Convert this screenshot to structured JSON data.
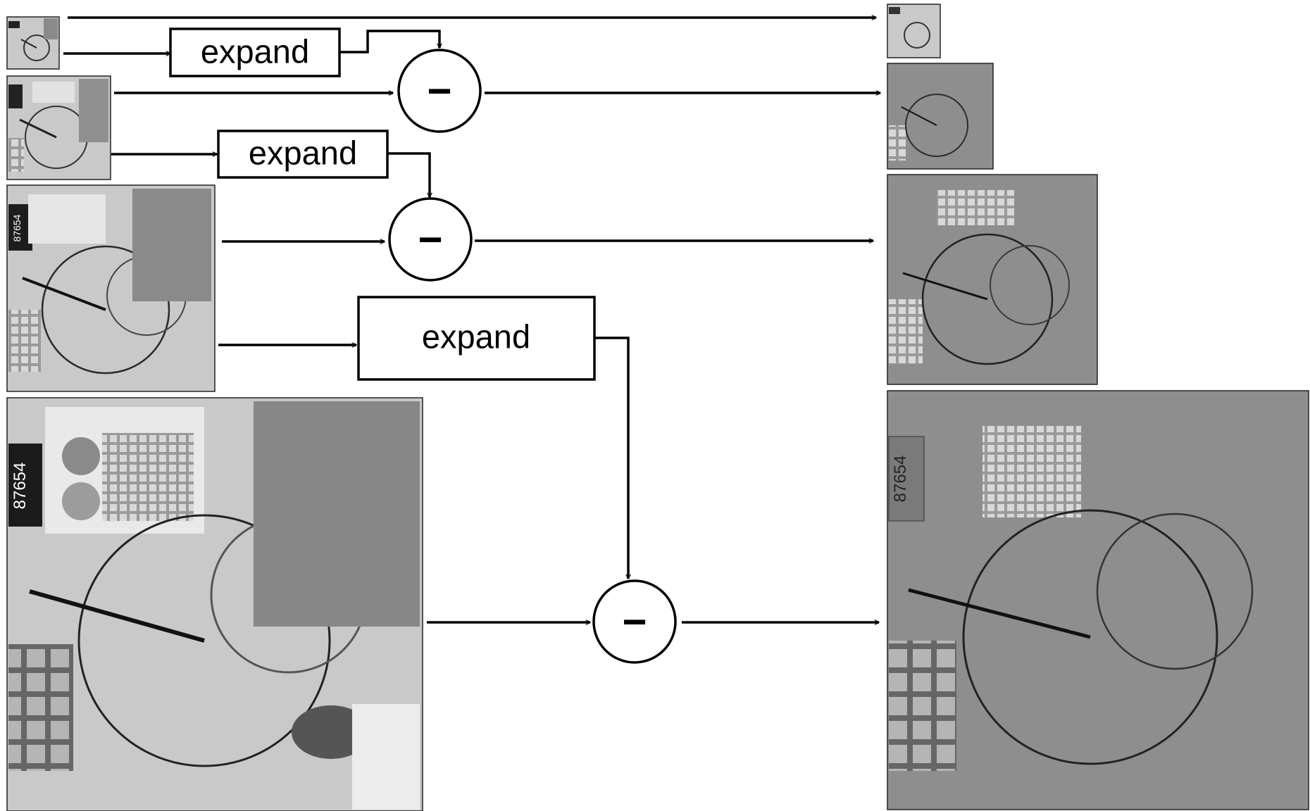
{
  "diagram": {
    "expand_boxes": [
      {
        "label": "expand"
      },
      {
        "label": "expand"
      },
      {
        "label": "expand"
      }
    ],
    "subtract_ops": [
      {
        "symbol": "−"
      },
      {
        "symbol": "−"
      },
      {
        "symbol": "−"
      }
    ],
    "image_text": "87654"
  }
}
